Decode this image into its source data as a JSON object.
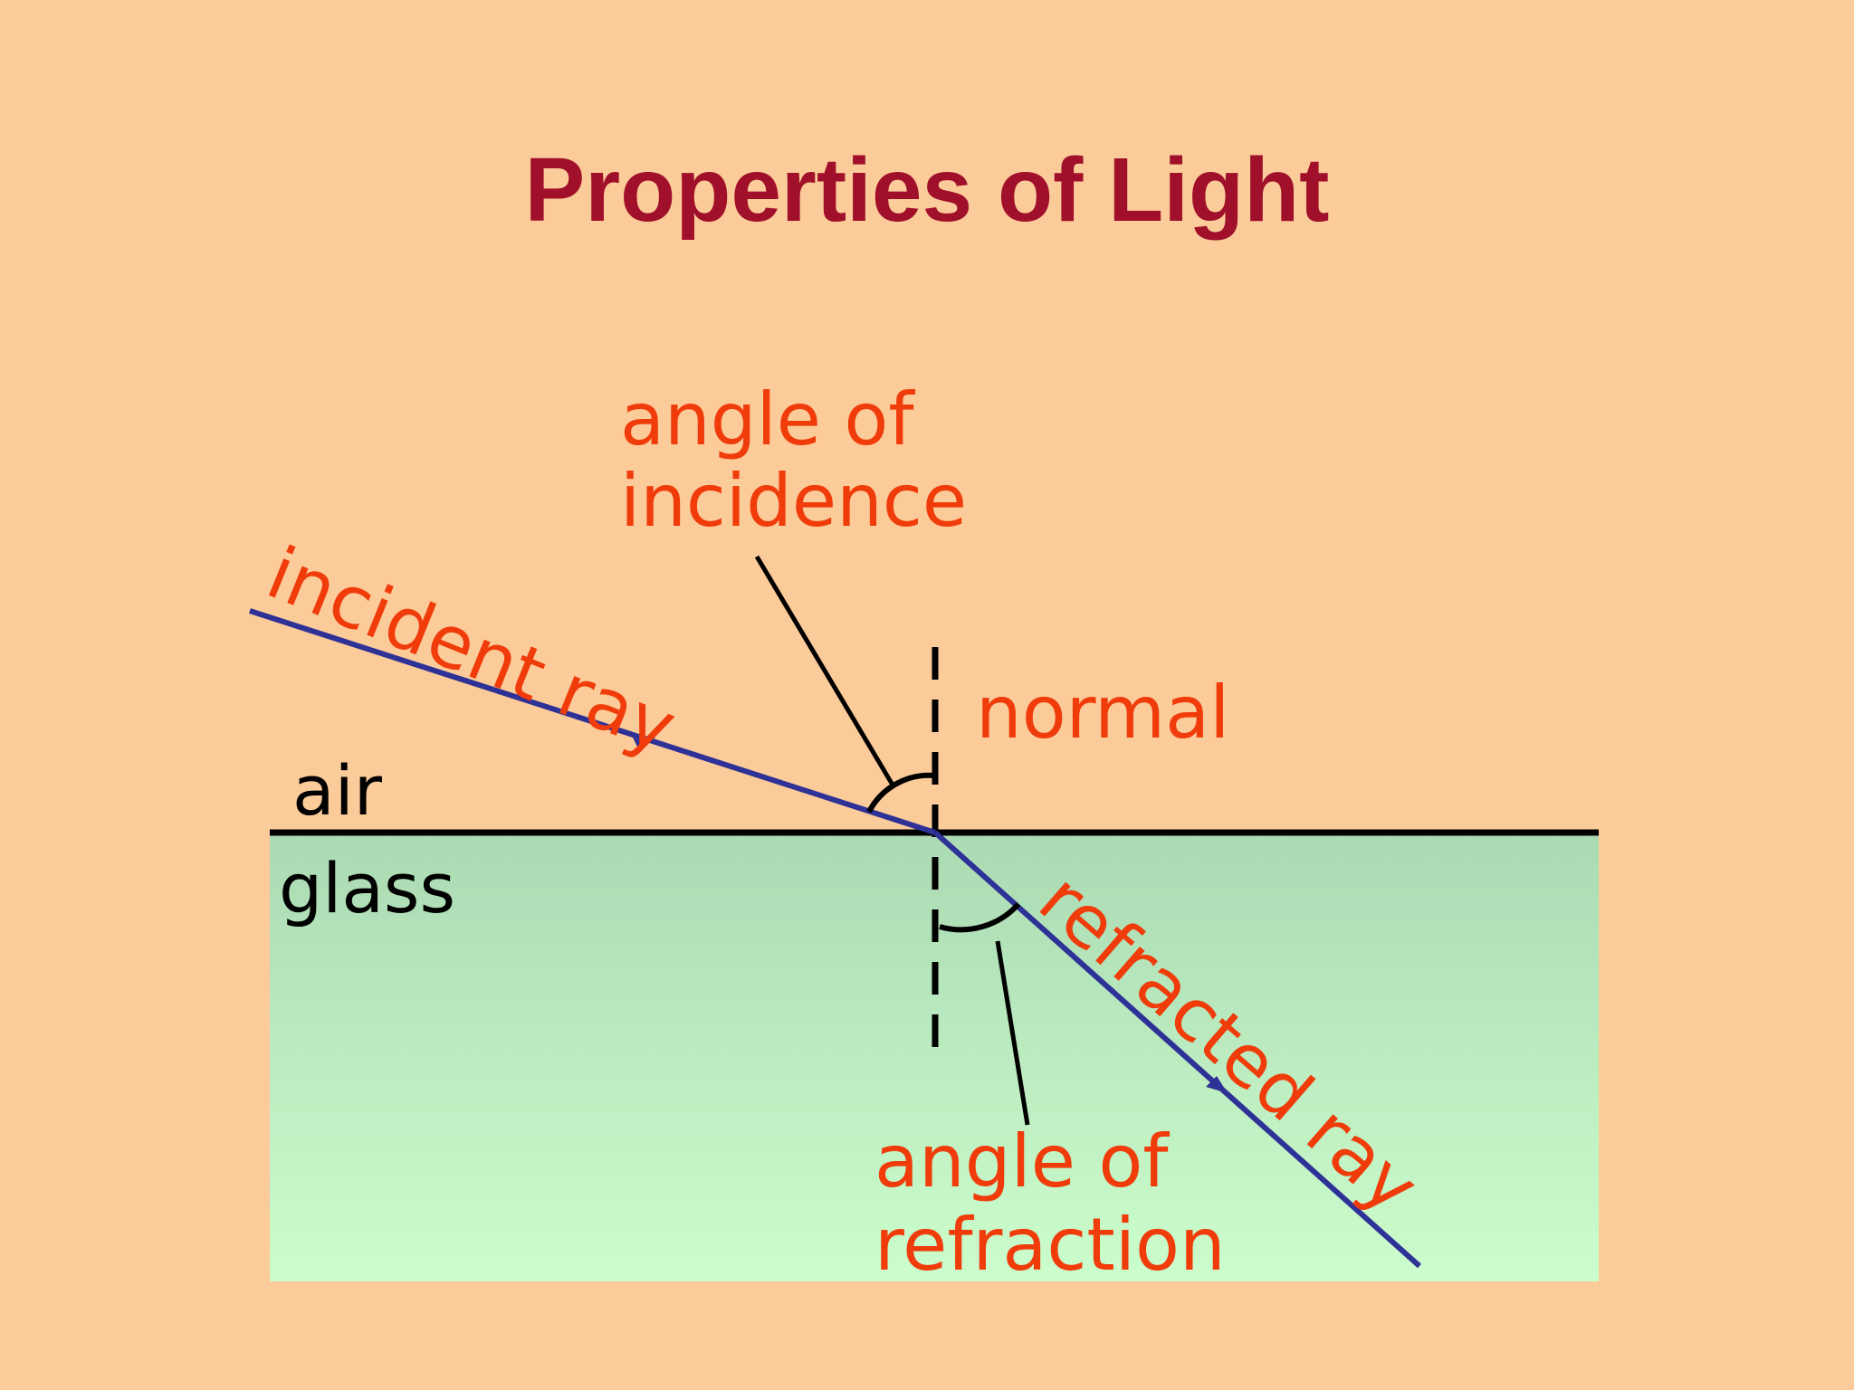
{
  "slide": {
    "title": "Properties of Light"
  },
  "diagram": {
    "media": {
      "upper": "air",
      "lower": "glass"
    },
    "labels": {
      "incident_ray": "incident ray",
      "refracted_ray": "refracted ray",
      "normal": "normal",
      "angle_of_incidence_line1": "angle of",
      "angle_of_incidence_line2": "incidence",
      "angle_of_refraction_line1": "angle of",
      "angle_of_refraction_line2": "refraction"
    },
    "colors": {
      "background": "#FCCB9A",
      "glass_top": "#ABDAB3",
      "glass_bottom": "#CCFDCC",
      "title": "#A0102A",
      "label_orange": "#F03C0A",
      "ray_blue": "#2E3196",
      "line_black": "#000000"
    }
  }
}
